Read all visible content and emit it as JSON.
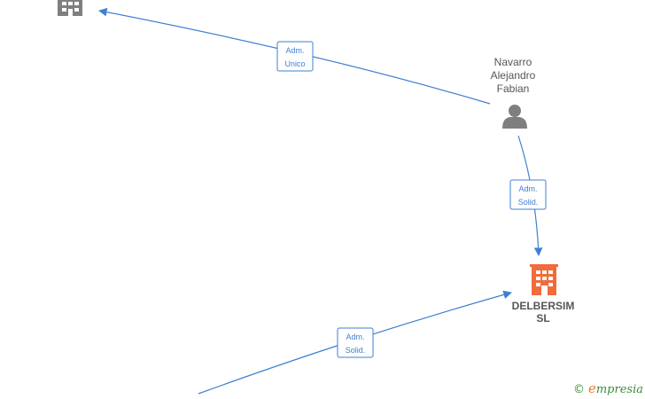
{
  "nodes": {
    "person": {
      "lines": [
        "Navarro",
        "Alejandro",
        "Fabian"
      ]
    },
    "company": {
      "lines": [
        "DELBERSIM",
        "SL"
      ],
      "color": "#f26b3a"
    },
    "top_company": {
      "color": "#7f7f7f"
    }
  },
  "edges": {
    "adm_unico": {
      "line1": "Adm.",
      "line2": "Unico"
    },
    "adm_solid_1": {
      "line1": "Adm.",
      "line2": "Solid."
    },
    "adm_solid_2": {
      "line1": "Adm.",
      "line2": "Solid."
    }
  },
  "colors": {
    "edge": "#3f7fd2",
    "person_icon": "#7f7f7f"
  },
  "brand": {
    "copyright": "©",
    "initial": "e",
    "rest": "mpresia"
  }
}
